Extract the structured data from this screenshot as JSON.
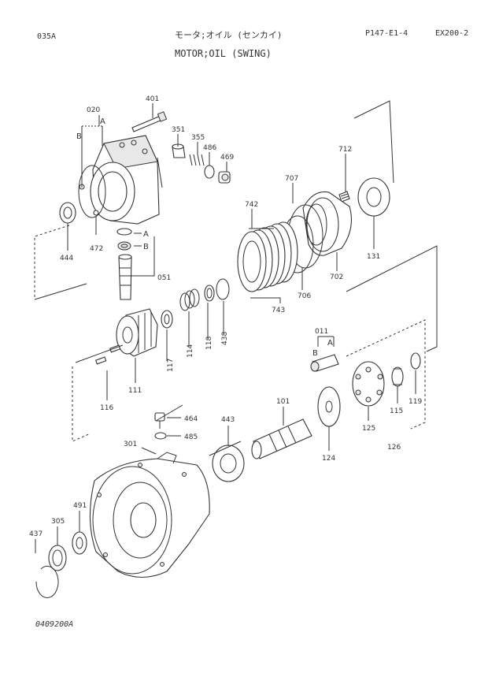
{
  "header": {
    "page_code": "035A",
    "title_jp": "モータ;オイル (センカイ)",
    "title_en": "MOTOR;OIL (SWING)",
    "ref_code": "P147-E1-4",
    "model": "EX200-2"
  },
  "footer": {
    "drawing_no": "0409200A"
  },
  "labels": {
    "p401": "401",
    "p020": "020",
    "pA1": "A",
    "pB1": "B",
    "p351": "351",
    "p355": "355",
    "p486": "486",
    "p469": "469",
    "p712": "712",
    "p707": "707",
    "p742": "742",
    "p444": "444",
    "p472": "472",
    "pA2": "A",
    "pB2": "B",
    "p051": "051",
    "p131": "131",
    "p702": "702",
    "p706": "706",
    "p743": "743",
    "p117": "117",
    "p114": "114",
    "p118": "118",
    "p438": "438",
    "p011": "011",
    "pB3": "B",
    "pA3": "A",
    "p111": "111",
    "p116": "116",
    "p115": "115",
    "p119": "119",
    "p125": "125",
    "p126": "126",
    "p464": "464",
    "p485": "485",
    "p443": "443",
    "p101": "101",
    "p124": "124",
    "p301": "301",
    "p491": "491",
    "p305": "305",
    "p437": "437"
  }
}
